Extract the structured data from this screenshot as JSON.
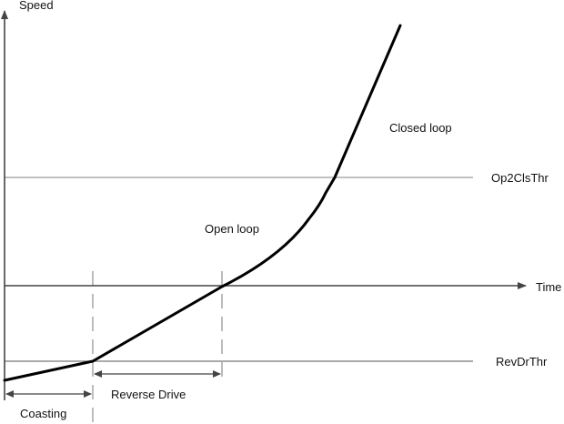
{
  "diagram": {
    "type": "speed-vs-time state diagram",
    "axes": {
      "y_label": "Speed",
      "x_label": "Time"
    },
    "thresholds": [
      {
        "name": "Op2ClsThr",
        "label": "Op2ClsThr"
      },
      {
        "name": "RevDrThr",
        "label": "RevDrThr"
      }
    ],
    "regions": {
      "open_loop": "Open loop",
      "closed_loop": "Closed loop"
    },
    "intervals": {
      "coasting": "Coasting",
      "reverse_drive": "Reverse Drive"
    },
    "colors": {
      "curve": "#000000",
      "axis": "#444444",
      "threshold_line": "#999999",
      "dashed_marker": "#999999",
      "text": "#111111"
    }
  }
}
